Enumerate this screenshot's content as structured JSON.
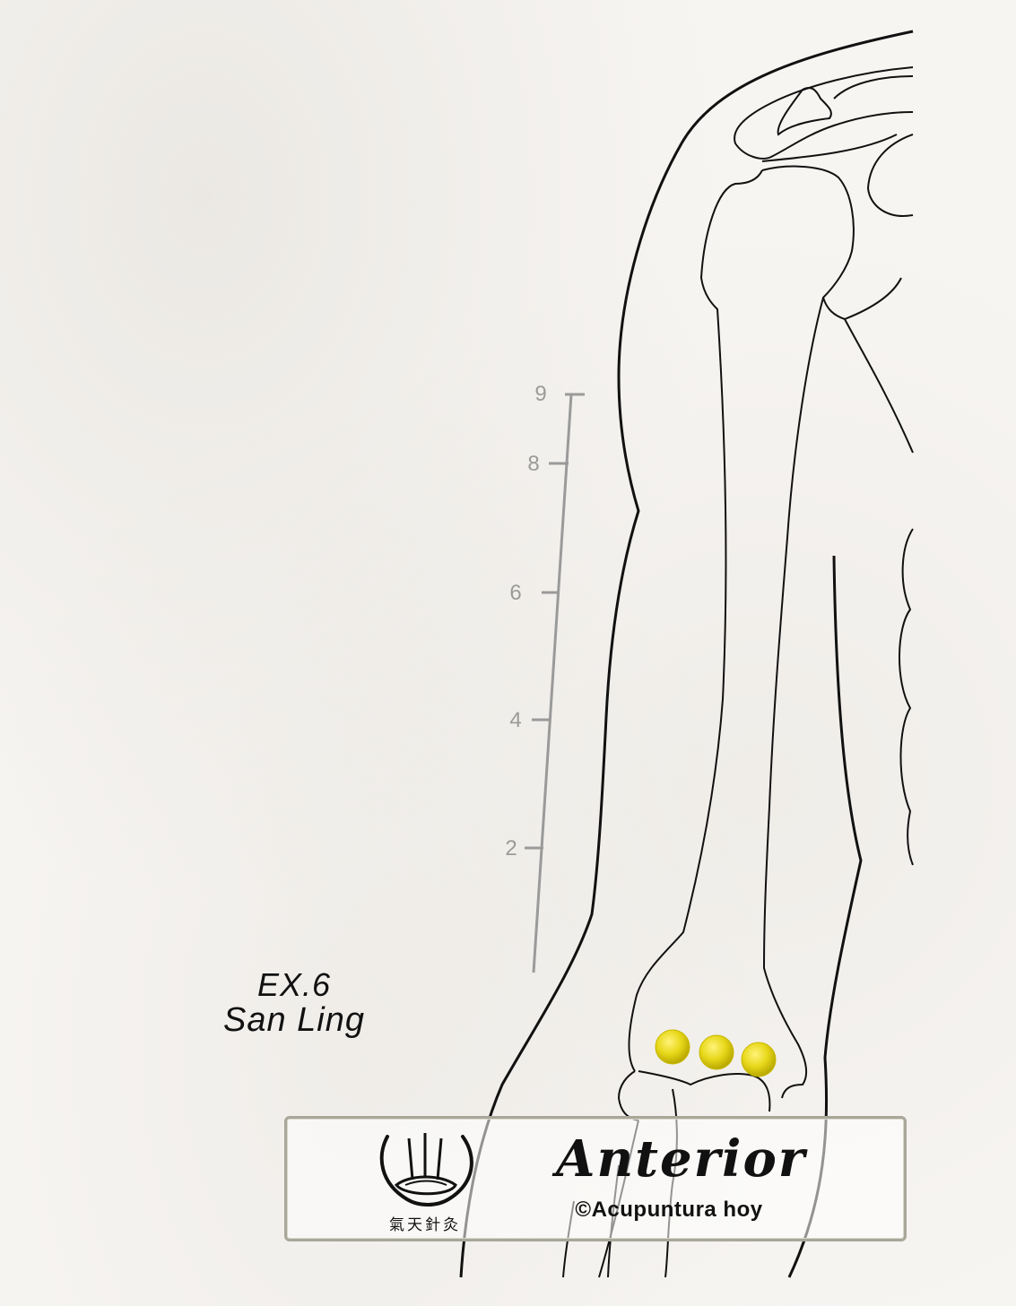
{
  "point": {
    "code": "EX.6",
    "name": "San Ling"
  },
  "ruler": {
    "ticks": [
      "9",
      "8",
      "6",
      "4",
      "2"
    ],
    "color": "#9a9a9a"
  },
  "acupoints": {
    "count": 3,
    "color": "#e8d81a"
  },
  "footer": {
    "view_label": "Anterior",
    "copyright": "©Acupuntura hoy",
    "logo_text": "氣天針灸"
  }
}
